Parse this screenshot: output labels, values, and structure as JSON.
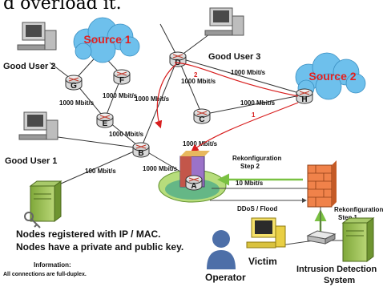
{
  "header": {
    "partial_text": "d overload it."
  },
  "sources": [
    {
      "label": "Source 1"
    },
    {
      "label": "Source 2"
    }
  ],
  "users": [
    {
      "label": "Good User 1"
    },
    {
      "label": "Good User 2"
    },
    {
      "label": "Good User 3"
    }
  ],
  "routers": [
    "A",
    "B",
    "C",
    "D",
    "E",
    "F",
    "G",
    "H"
  ],
  "links": {
    "d_b": "1000 Mbit/s",
    "d_h": "1000 Mbit/s",
    "d_c": "1000 Mbit/s",
    "c_h": "1000 Mbit/s",
    "g_e": "1000 Mbit/s",
    "f_e": "1000 Mbit/s",
    "e_b": "1000 Mbit/s",
    "user1_b": "100 Mbit/s",
    "b_a": "1000 Mbit/s",
    "a_up": "1000 Mbit/s",
    "a_fw": "10 Mbit/s"
  },
  "attack_paths": [
    "2",
    "1"
  ],
  "annotations": {
    "reconf_step2": [
      "Rekonfiguration",
      "Step 2"
    ],
    "reconf_step1": [
      "Rekonfiguration",
      "Step 1"
    ],
    "ddos": "DDoS / Flood"
  },
  "nodes_text": [
    "Nodes registered with IP / MAC.",
    "Nodes have a private and public key."
  ],
  "information": [
    "Information:",
    "All connections are full-duplex."
  ],
  "victim": "Victim",
  "operator": "Operator",
  "ids": [
    "Intrusion Detection",
    "System"
  ],
  "colors": {
    "source_text": "#e32020",
    "cloud": "#6ec0ec",
    "attack_arrow": "#d81e1e",
    "reconf_arrow": "#7ac142",
    "firewall": "#f0824a"
  }
}
